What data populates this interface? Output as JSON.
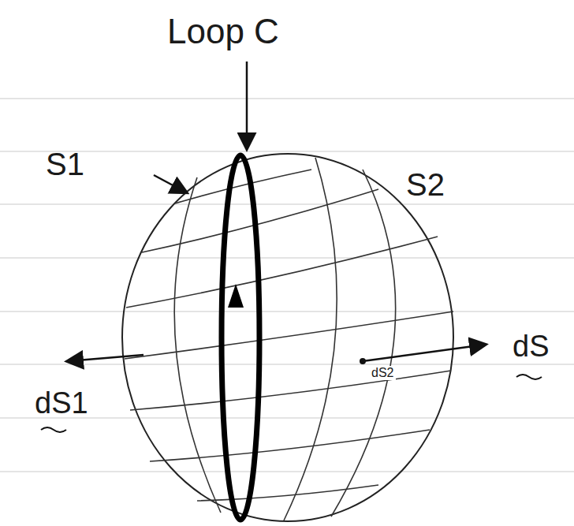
{
  "diagram": {
    "labels": [
      "Loop C",
      "S1",
      "S2",
      "dS",
      "dS1",
      "dS2"
    ]
  }
}
